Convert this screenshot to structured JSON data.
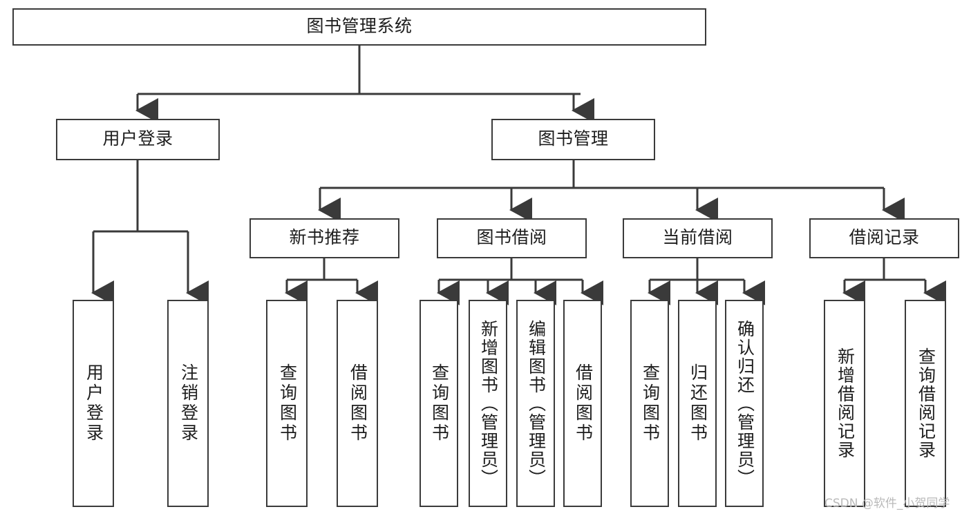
{
  "diagram": {
    "type": "tree-hierarchy",
    "title": "图书管理系统",
    "root": {
      "label": "图书管理系统"
    },
    "level2": [
      {
        "label": "用户登录"
      },
      {
        "label": "图书管理"
      }
    ],
    "level3": [
      {
        "label": "新书推荐"
      },
      {
        "label": "图书借阅"
      },
      {
        "label": "当前借阅"
      },
      {
        "label": "借阅记录"
      }
    ],
    "leaves": {
      "user_login": [
        {
          "label": "用户登录"
        },
        {
          "label": "注销登录"
        }
      ],
      "new_book_recommend": [
        {
          "label": "查询图书"
        },
        {
          "label": "借阅图书"
        }
      ],
      "book_borrow": [
        {
          "label": "查询图书"
        },
        {
          "label": "新增图书（管理员）"
        },
        {
          "label": "编辑图书（管理员）"
        },
        {
          "label": "借阅图书"
        }
      ],
      "current_borrow": [
        {
          "label": "查询图书"
        },
        {
          "label": "归还图书"
        },
        {
          "label": "确认归还（管理员）"
        }
      ],
      "borrow_record": [
        {
          "label": "新增借阅记录"
        },
        {
          "label": "查询借阅记录"
        }
      ]
    }
  },
  "watermark": {
    "text": "CSDN @软件_小贺同学"
  },
  "colors": {
    "stroke": "#3a3a3a",
    "background": "#ffffff",
    "text": "#1d1d1d",
    "watermark": "#b9b9b9"
  }
}
